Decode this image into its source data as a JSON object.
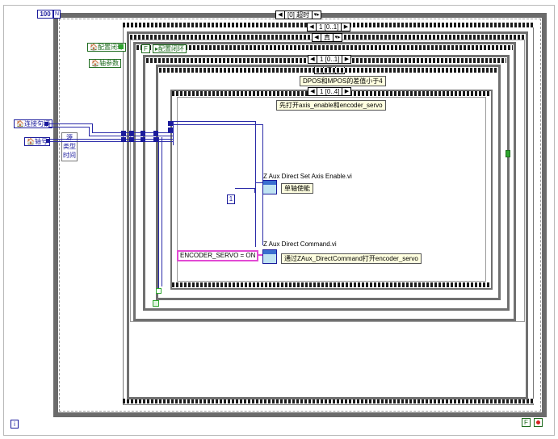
{
  "outer_loop": {
    "count_terminal": "100",
    "iteration_label": "i",
    "case_selector": "[0] 超时",
    "stop_label": "⏹"
  },
  "controls": {
    "config_closed_loop": "配置闭环",
    "axis_params": "轴参数",
    "connection_handle": "连接句柄",
    "axis_number": "轴号"
  },
  "bundle": {
    "items": [
      "源",
      "类型",
      "时间"
    ]
  },
  "case2": {
    "selector": "1 [0..1]",
    "bool_selector": "真",
    "false_const": "F",
    "local_ref": "配置闭环"
  },
  "case3": {
    "selector": "1 [0..1]",
    "bool_selector": "真",
    "comment": "DPOS和MPOS的差值小于4"
  },
  "case4": {
    "selector": "1 [0..4]",
    "comment": "先打开axis_enable和encoder_servo"
  },
  "vi1": {
    "name": "Z Aux Direct Set Axis Enable.vi",
    "comment": "单轴使能",
    "const_value": "1"
  },
  "vi2": {
    "name": "Z Aux Direct Command.vi",
    "comment": "通过ZAux_DirectCommand打开encoder_servo",
    "string_const": "ENCODER_SERVO = ON"
  },
  "footer": {
    "iteration": "i",
    "false_const": "F"
  },
  "colors": {
    "wire_blue": "#2a2aa8",
    "wire_pink": "#e24ad4",
    "control_green": "#1d6b1d",
    "frame_gray": "#5a5a5a"
  }
}
